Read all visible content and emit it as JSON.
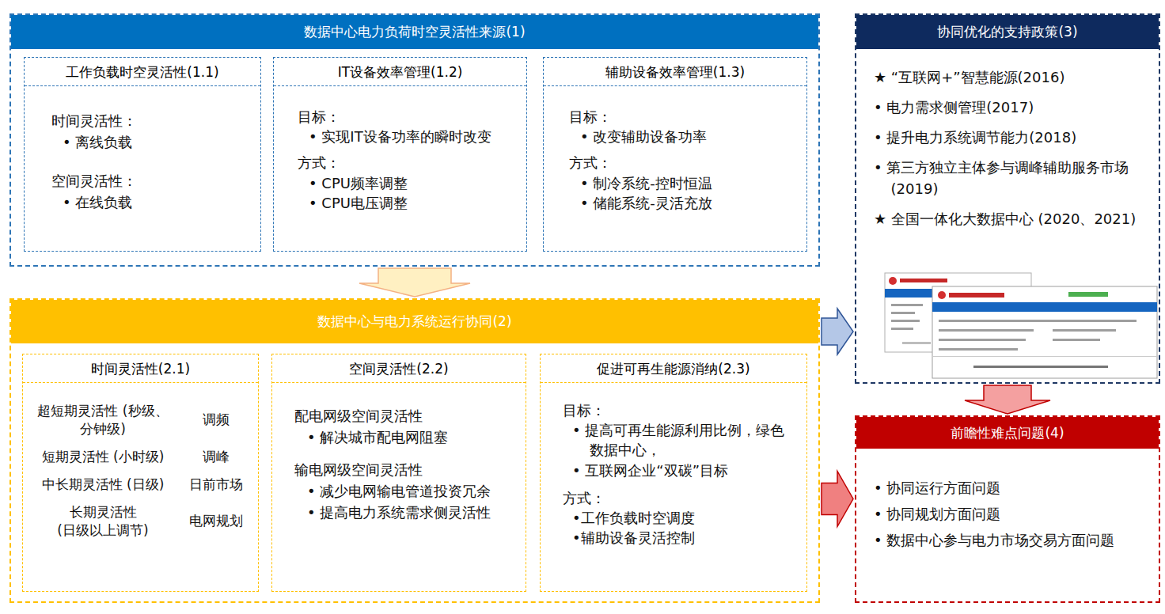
{
  "diagram": {
    "nodes": [
      {
        "text": [
          "数据中心电力负荷时空灵活性来源(1)"
        ]
      },
      {
        "text": [
          "工作负载时空灵活性(1.1)",
          "时间灵活性：",
          "• 离线负载",
          "空间灵活性：",
          "• 在线负载"
        ],
        "in": 0
      },
      {
        "text": [
          "IT设备效率管理(1.2)",
          "目标：",
          "• 实现IT设备功率的瞬时改变",
          "方式：",
          "• CPU频率调整",
          "• CPU电压调整"
        ],
        "in": 0
      },
      {
        "text": [
          "辅助设备效率管理(1.3)",
          "目标：",
          "• 改变辅助设备功率",
          "方式：",
          "• 制冷系统-控时恒温",
          "• 储能系统-灵活充放"
        ],
        "in": 0
      },
      {
        "text": [
          "数据中心与电力系统运行协同(2)"
        ]
      },
      {
        "text": [
          "时间灵活性(2.1)",
          "超短期灵活性 (秒级、分钟级)",
          "调频",
          "短期灵活性 (小时级)",
          "调峰",
          "中长期灵活性 (日级)",
          "日前市场",
          "长期灵活性 (日级以上调节)",
          "电网规划"
        ],
        "in": 4
      },
      {
        "text": [
          "空间灵活性(2.2)",
          "配电网级空间灵活性",
          "• 解决城市配电网阻塞",
          "输电网级空间灵活性",
          "• 减少电网输电管道投资冗余",
          "• 提高电力系统需求侧灵活性"
        ],
        "in": 4
      },
      {
        "text": [
          "促进可再生能源消纳(2.3)",
          "目标：",
          "• 提高可再生能源利用比例，绿色数据中心，",
          "• 互联网企业“双碳”目标",
          "方式：",
          "•工作负载时空调度",
          "•辅助设备灵活控制"
        ],
        "in": 4
      },
      {
        "text": [
          "协同优化的支持政策(3)",
          "★ “互联网+”智慧能源(2016)",
          "• 电力需求侧管理(2017)",
          "• 提升电力系统调节能力(2018)",
          "• 第三方独立主体参与调峰辅助服务市场(2019)",
          "★ 全国一体化大数据中心 (2020、2021)"
        ]
      },
      {
        "text": [
          "前瞻性难点问题(4)",
          "• 协同运行方面问题",
          "• 协同规划方面问题",
          "• 数据中心参与电力市场交易方面问题"
        ]
      }
    ],
    "edges": [
      {
        "from": 0,
        "to": 4,
        "arrow": "to"
      },
      {
        "from": 4,
        "to": 8,
        "arrow": "to"
      },
      {
        "from": 8,
        "to": 9,
        "arrow": "to"
      },
      {
        "from": 4,
        "to": 9,
        "arrow": "to"
      }
    ]
  }
}
